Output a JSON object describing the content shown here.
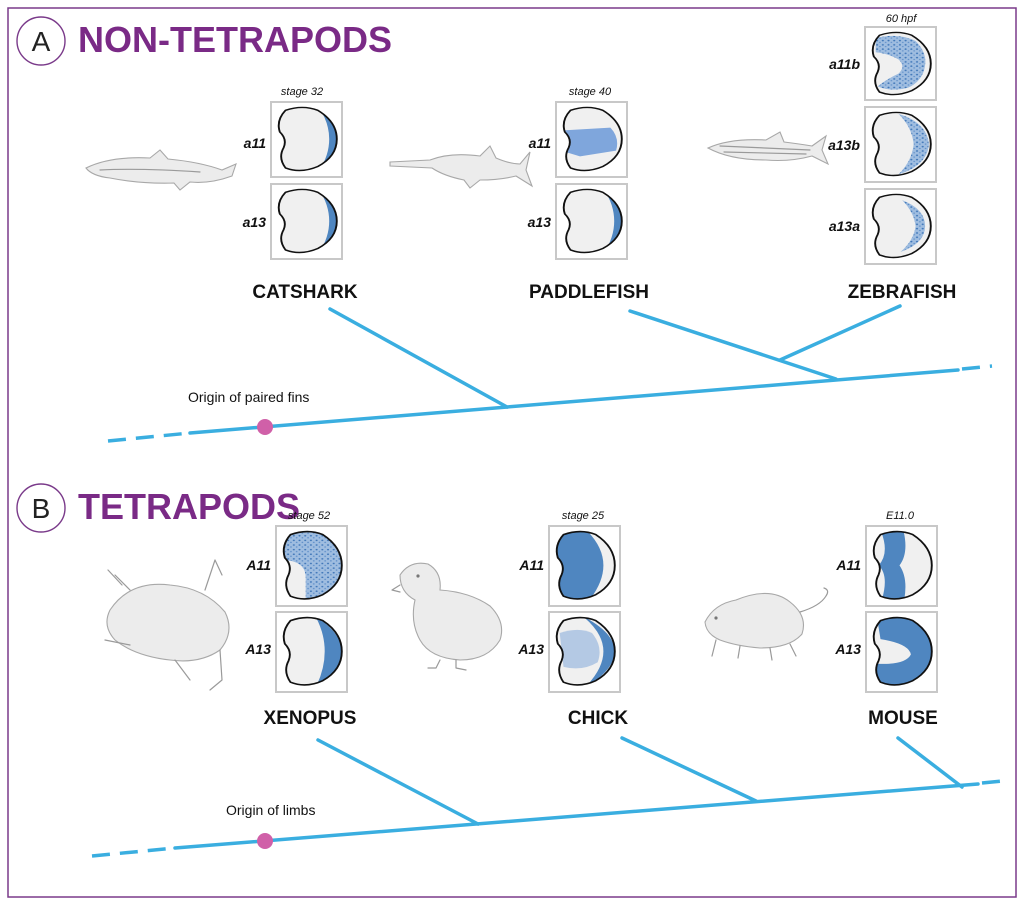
{
  "panels": [
    {
      "letter": "A",
      "title": "NON-TETRAPODS",
      "origin_label": "Origin of paired fins",
      "species": [
        {
          "name": "CATSHARK",
          "stage": "stage 32",
          "genes": [
            "a11",
            "a13"
          ]
        },
        {
          "name": "PADDLEFISH",
          "stage": "stage 40",
          "genes": [
            "a11",
            "a13"
          ]
        },
        {
          "name": "ZEBRAFISH",
          "stage": "60 hpf",
          "genes": [
            "a11b",
            "a13b",
            "a13a"
          ]
        }
      ]
    },
    {
      "letter": "B",
      "title": "TETRAPODS",
      "origin_label": "Origin of limbs",
      "species": [
        {
          "name": "XENOPUS",
          "stage": "stage 52",
          "genes": [
            "A11",
            "A13"
          ]
        },
        {
          "name": "CHICK",
          "stage": "stage 25",
          "genes": [
            "A11",
            "A13"
          ]
        },
        {
          "name": "MOUSE",
          "stage": "E11.0",
          "genes": [
            "A11",
            "A13"
          ]
        }
      ]
    }
  ],
  "colors": {
    "frame": "#7a3a8a",
    "title": "#7a2a86",
    "tree": "#3aaee0",
    "origin_dot": "#d060a8",
    "expression": "#4f86c0",
    "bud": "#f0f0f0"
  }
}
